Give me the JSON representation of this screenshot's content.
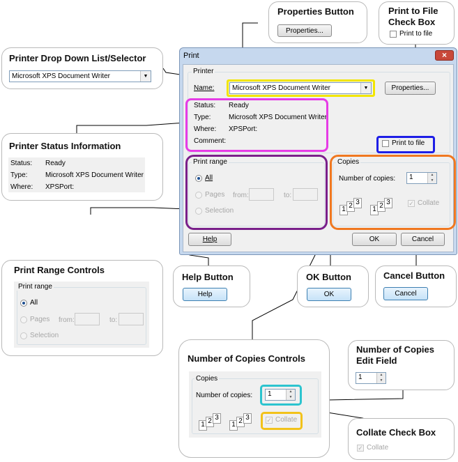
{
  "colors": {
    "accent_yellow": "#f2e600",
    "accent_magenta": "#e63ce6",
    "accent_blue": "#1e1ee6",
    "accent_orange": "#f07820",
    "accent_purple": "#7a1f8a",
    "accent_cyan": "#2cc4cf",
    "accent_gold": "#f2c21a",
    "close_red": "#c8483a"
  },
  "dialog": {
    "title": "Print",
    "printer_group": "Printer",
    "name_label": "Name:",
    "name_value": "Microsoft XPS Document Writer",
    "properties_button": "Properties...",
    "status_label": "Status:",
    "status_value": "Ready",
    "type_label": "Type:",
    "type_value": "Microsoft XPS Document Writer",
    "where_label": "Where:",
    "where_value": "XPSPort:",
    "comment_label": "Comment:",
    "print_to_file": "Print to file",
    "print_range_group": "Print range",
    "all_label": "All",
    "pages_label": "Pages",
    "from_label": "from:",
    "to_label": "to:",
    "selection_label": "Selection",
    "copies_group": "Copies",
    "number_of_copies_label": "Number of copies:",
    "copies_value": "1",
    "collate_label": "Collate",
    "collate_icons": [
      "1",
      "2",
      "3",
      "1",
      "2",
      "3"
    ],
    "help_button": "Help",
    "ok_button": "OK",
    "cancel_button": "Cancel",
    "close_glyph": "×"
  },
  "callouts": {
    "properties": {
      "title": "Properties Button",
      "button": "Properties..."
    },
    "print_to_file": {
      "title_line1": "Print to File",
      "title_line2": "Check Box",
      "checkbox": "Print to file"
    },
    "printer_dropdown": {
      "title": "Printer Drop Down List/Selector",
      "value": "Microsoft XPS Document Writer"
    },
    "status_info": {
      "title": "Printer Status Information",
      "status_label": "Status:",
      "status_value": "Ready",
      "type_label": "Type:",
      "type_value": "Microsoft XPS Document Writer",
      "where_label": "Where:",
      "where_value": "XPSPort:"
    },
    "print_range": {
      "title": "Print Range Controls",
      "group": "Print range",
      "all": "All",
      "pages": "Pages",
      "from": "from:",
      "to": "to:",
      "selection": "Selection"
    },
    "help": {
      "title": "Help Button",
      "button": "Help"
    },
    "ok": {
      "title": "OK Button",
      "button": "OK"
    },
    "cancel": {
      "title": "Cancel Button",
      "button": "Cancel"
    },
    "copies_controls": {
      "title": "Number of Copies Controls",
      "group": "Copies",
      "label": "Number of copies:",
      "value": "1",
      "collate": "Collate"
    },
    "copies_edit": {
      "title_line1": "Number of Copies",
      "title_line2": "Edit Field",
      "value": "1"
    },
    "collate": {
      "title": "Collate Check Box",
      "checkbox": "Collate"
    }
  }
}
